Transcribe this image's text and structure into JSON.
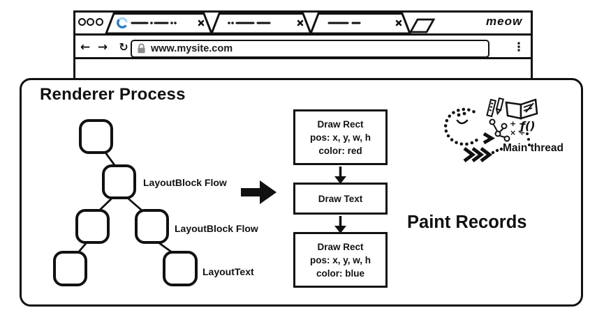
{
  "browser": {
    "logo_text": "meow",
    "tabs": {
      "count": 3,
      "active_tab_state": "loading",
      "spinner_colors": {
        "light": "#a9d5f5",
        "dark": "#2e7fc2"
      }
    },
    "toolbar": {
      "back_glyph": "←",
      "forward_glyph": "→",
      "reload_glyph": "↻",
      "menu_glyph": "⋮",
      "url": "www.mysite.com"
    }
  },
  "renderer": {
    "title": "Renderer Process",
    "tree": {
      "node_count": 6,
      "labels": [
        "LayoutBlock Flow",
        "LayoutBlock Flow",
        "LayoutText"
      ]
    },
    "paint_records": {
      "heading": "Paint Records",
      "boxes": [
        {
          "lines": [
            "Draw Rect",
            "pos: x, y, w, h",
            "color: red"
          ]
        },
        {
          "lines": [
            "Draw Text"
          ]
        },
        {
          "lines": [
            "Draw Rect",
            "pos: x, y, w, h",
            "color: blue"
          ]
        }
      ]
    },
    "main_thread": {
      "label": "Main thread",
      "math_row1": "+ −",
      "math_row2": "× ÷",
      "function_glyph": "ƒ()",
      "doodles": [
        "smiley-face",
        "dotted-loop",
        "chevron-arrows",
        "ruler-icon",
        "pencil-icon",
        "book-icon",
        "mini-tree-icon",
        "math-symbols-icon",
        "function-icon"
      ]
    }
  },
  "colors": {
    "ink": "#111111",
    "lock_gray": "#8d8d8d"
  }
}
